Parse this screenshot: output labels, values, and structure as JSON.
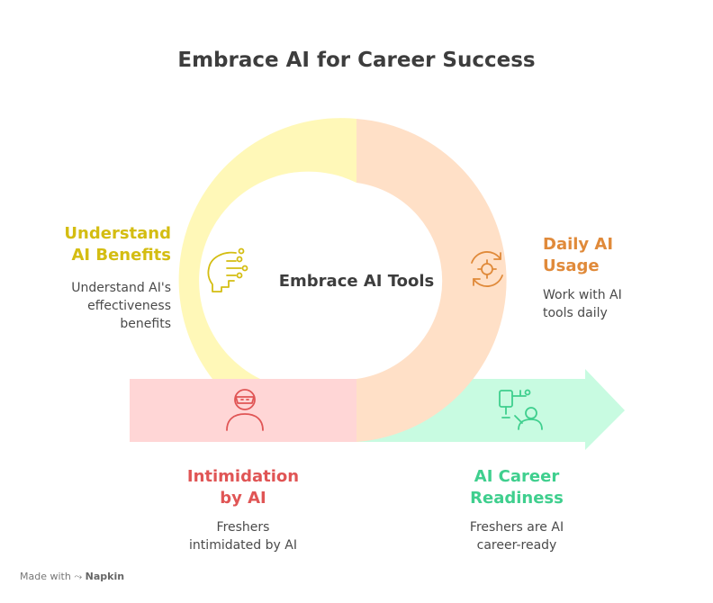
{
  "title": "Embrace AI for Career Success",
  "center": "Embrace AI Tools",
  "colors": {
    "understand": "#d4bd12",
    "daily": "#e08a3a",
    "intimidation": "#e05555",
    "readiness": "#3fcf8e",
    "text": "#3d3d3d"
  },
  "stages": {
    "understand": {
      "heading_line1": "Understand",
      "heading_line2": "AI Benefits",
      "desc_line1": "Understand AI's",
      "desc_line2": "effectiveness",
      "desc_line3": "benefits",
      "icon": "brain-circuit-icon"
    },
    "daily": {
      "heading_line1": "Daily AI",
      "heading_line2": "Usage",
      "desc_line1": "Work with AI",
      "desc_line2": "tools daily",
      "icon": "gear-cycle-icon"
    },
    "intimidation": {
      "heading_line1": "Intimidation",
      "heading_line2": "by AI",
      "desc_line1": "Freshers",
      "desc_line2": "intimidated by AI",
      "icon": "masked-person-icon"
    },
    "readiness": {
      "heading_line1": "AI Career",
      "heading_line2": "Readiness",
      "desc_line1": "Freshers are AI",
      "desc_line2": "career-ready",
      "icon": "person-with-robot-icon"
    }
  },
  "footer": {
    "made_with": "Made with",
    "brand": "Napkin"
  }
}
